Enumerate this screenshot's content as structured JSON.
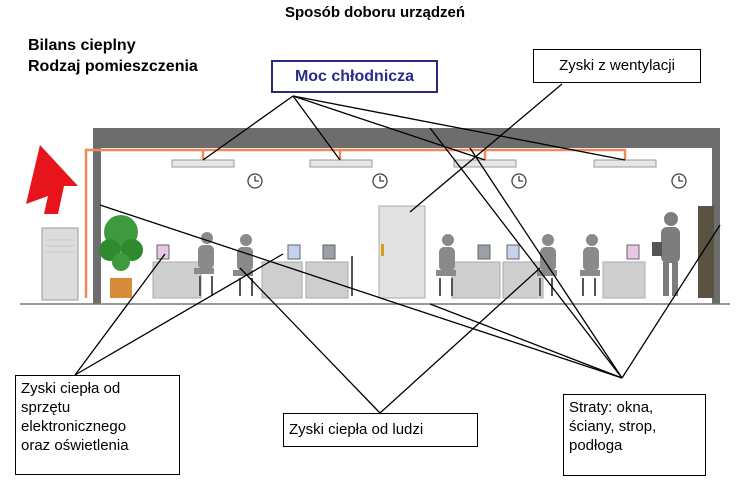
{
  "title": "Sposób doboru urządzeń",
  "subtitle": {
    "line1": "Bilans cieplny",
    "line2": "Rodzaj pomieszczenia"
  },
  "labels": {
    "cooling_power": "Moc chłodnicza",
    "ventilation_gains": "Zyski z wentylacji",
    "electronics_gains": [
      "Zyski ciepła od",
      "sprzętu",
      "elektronicznego",
      "oraz oświetlenia"
    ],
    "people_gains": "Zyski ciepła od ludzi",
    "losses": [
      "Straty: okna,",
      "ściany, strop,",
      "podłoga"
    ]
  },
  "colors": {
    "ceiling": "#6d6d6d",
    "duct": "#f08a5d",
    "arrow": "#e8141c",
    "box_border_accent": "#2a2a7a"
  }
}
